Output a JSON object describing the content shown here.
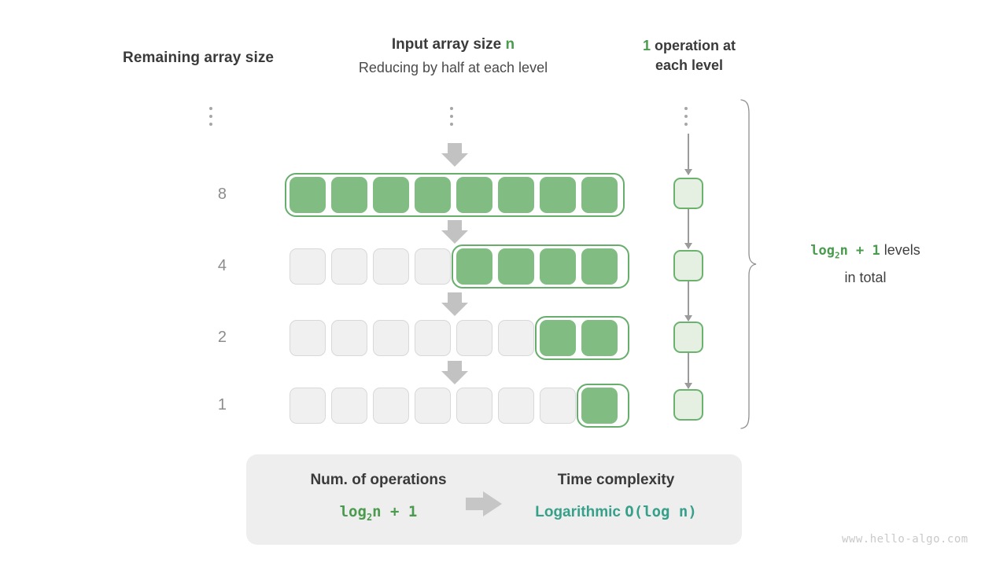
{
  "headers": {
    "left": "Remaining array size",
    "middle_title_prefix": "Input array size ",
    "middle_title_var": "n",
    "middle_subtitle": "Reducing by half at each level",
    "right_count": "1",
    "right_line1_rest": " operation at",
    "right_line2": "each level"
  },
  "rows": [
    {
      "label": "8",
      "total_cells": 8,
      "filled": 8,
      "filled_start": 0
    },
    {
      "label": "4",
      "total_cells": 8,
      "filled": 4,
      "filled_start": 4
    },
    {
      "label": "2",
      "total_cells": 8,
      "filled": 2,
      "filled_start": 6
    },
    {
      "label": "1",
      "total_cells": 8,
      "filled": 1,
      "filled_start": 7
    }
  ],
  "operations_per_level": [
    "1",
    "1",
    "1",
    "1"
  ],
  "ellipsis": {
    "glyph": "vertical-dots",
    "count": 3
  },
  "right_note": {
    "formula_main": "log",
    "formula_sub": "2",
    "formula_rest": "n + 1",
    "text_after": "  levels",
    "text_line2": "in total"
  },
  "summary": {
    "left_title": "Num. of operations",
    "left_value_main": "log",
    "left_value_sub": "2",
    "left_value_rest": "n + 1",
    "right_title": "Time complexity",
    "right_value_word": "Logarithmic",
    "right_value_notation": "O(log n)"
  },
  "watermark": "www.hello-algo.com",
  "colors": {
    "fill_green": "#81bd82",
    "outline_green": "#67ad6c",
    "light_green_box": "#e5f0e2",
    "light_green_border": "#6cb26f",
    "accent_green_text": "#4a9b4e",
    "teal_text": "#37a08a",
    "empty_cell": "#f0f0f0",
    "empty_border": "#d8d8d8",
    "arrow_gray": "#c2c2c2",
    "panel_gray": "#eeeeee",
    "label_gray": "#8c8c8c"
  }
}
